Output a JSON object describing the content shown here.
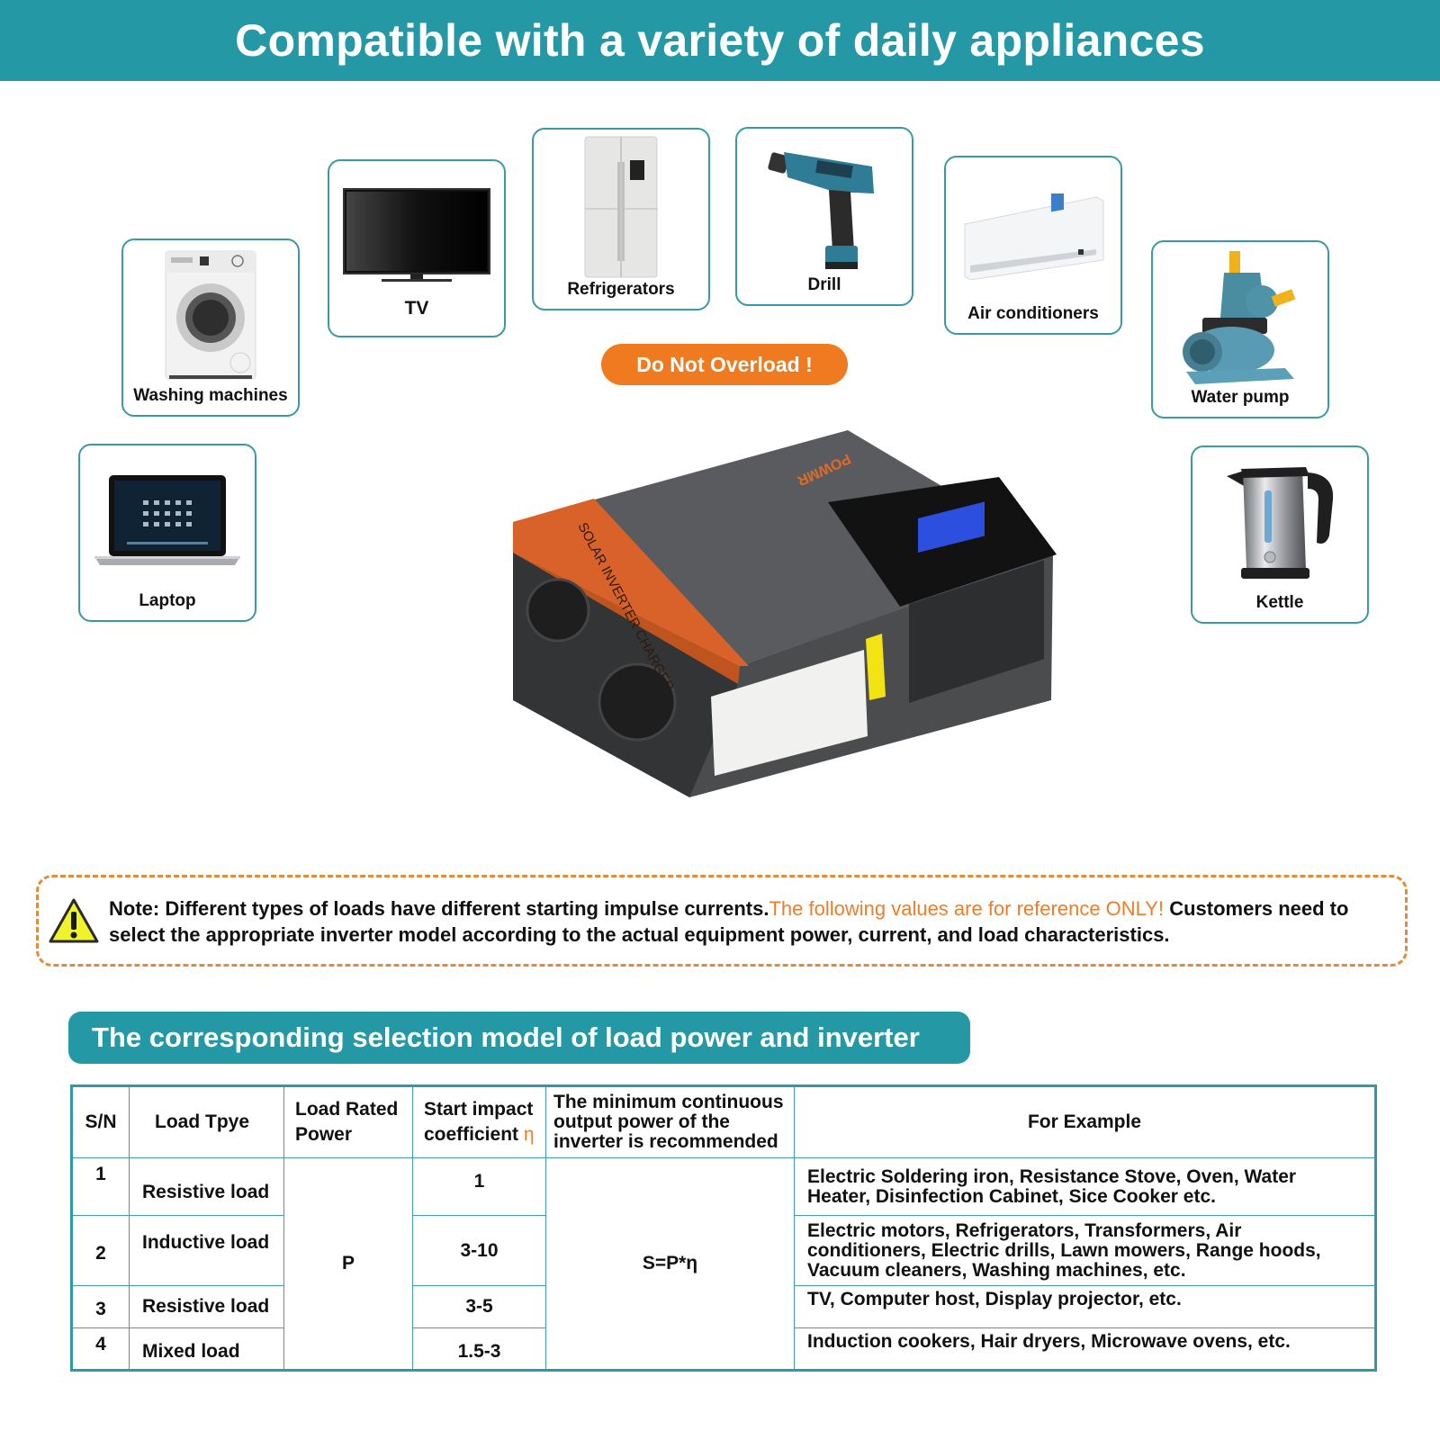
{
  "banner": {
    "title": "Compatible with a variety of daily appliances"
  },
  "appliances": [
    {
      "id": "washing-machine",
      "label": "Washing machines",
      "icon": "washing-machine-icon"
    },
    {
      "id": "tv",
      "label": "TV",
      "icon": "tv-icon"
    },
    {
      "id": "refrigerator",
      "label": "Refrigerators",
      "icon": "refrigerator-icon"
    },
    {
      "id": "drill",
      "label": "Drill",
      "icon": "drill-icon"
    },
    {
      "id": "air-conditioner",
      "label": "Air conditioners",
      "icon": "air-conditioner-icon"
    },
    {
      "id": "water-pump",
      "label": "Water pump",
      "icon": "water-pump-icon"
    },
    {
      "id": "laptop",
      "label": "Laptop",
      "icon": "laptop-icon"
    },
    {
      "id": "kettle",
      "label": "Kettle",
      "icon": "kettle-icon"
    }
  ],
  "warning_pill": {
    "label": "Do Not Overload !",
    "color": "#f07a20"
  },
  "product": {
    "brand": "POWMR",
    "side_text": "SOLAR INVERTER CHARGER",
    "accent_color": "#d9622a",
    "body_color": "#4a4b4d"
  },
  "note": {
    "icon": "warning-triangle-icon",
    "text_before": "Note: Different types of loads have different starting impulse currents.",
    "highlight": "The following values are for reference ONLY",
    "highlight_mark": "!",
    "text_after": "  Customers need to select the appropriate inverter model according to the actual equipment power, current, and load characteristics.",
    "highlight_color": "#ee7d2b",
    "border_color": "#e58a38"
  },
  "selection": {
    "title": "The corresponding selection model of load power and inverter",
    "headers": {
      "sn": "S/N",
      "type": "Load Tpye",
      "power": "Load Rated Power",
      "coef": "Start impact coefficient ",
      "coef_symbol": "η",
      "min_output": "The minimum continuous output power of the inverter is recommended",
      "example": "For Example"
    },
    "shared": {
      "power": "P",
      "formula": "S=P*η"
    },
    "rows": [
      {
        "sn": "1",
        "type": "Resistive load",
        "coef": "1",
        "example": "Electric Soldering iron, Resistance Stove, Oven, Water Heater, Disinfection Cabinet, Sice Cooker  etc."
      },
      {
        "sn": "2",
        "type": "Inductive load",
        "coef": "3-10",
        "example": "Electric motors, Refrigerators, Transformers, Air conditioners, Electric drills, Lawn mowers, Range hoods, Vacuum cleaners, Washing machines, etc."
      },
      {
        "sn": "3",
        "type": "Resistive load",
        "coef": "3-5",
        "example": "TV, Computer host, Display projector, etc."
      },
      {
        "sn": "4",
        "type": "Mixed load",
        "coef": "1.5-3",
        "example": "Induction cookers, Hair dryers, Microwave ovens, etc."
      }
    ]
  },
  "colors": {
    "teal": "#2598a6",
    "card_border": "#3a9aa3",
    "orange": "#f07a20"
  }
}
